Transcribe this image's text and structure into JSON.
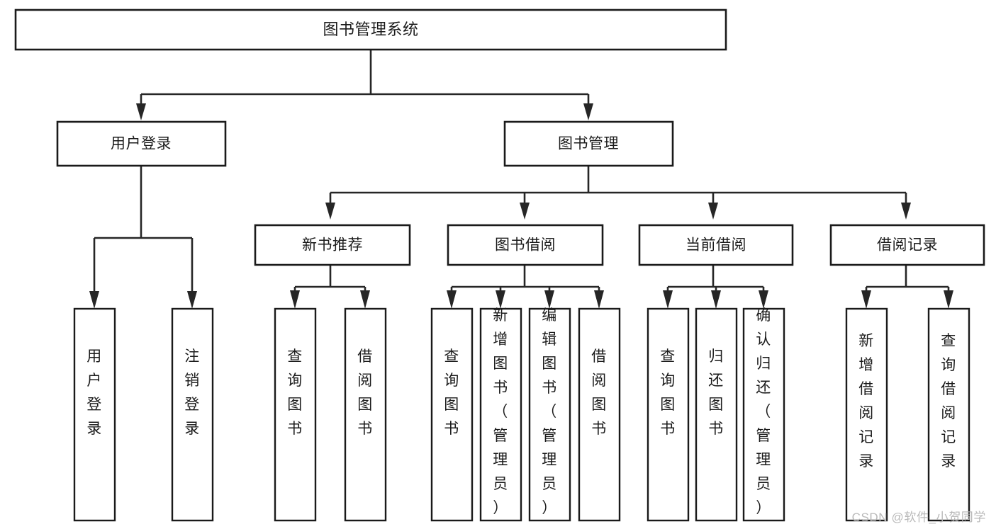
{
  "diagram": {
    "title": "图书管理系统",
    "type": "tree-hierarchy-chart",
    "watermark": "CSDN @软件_小贺同学",
    "colors": {
      "background": "#ffffff",
      "stroke": "#1a1a1a",
      "connector": "#262626",
      "text": "#1b1b1b",
      "watermark": "#b9b9b9"
    },
    "levels": {
      "root": "图书管理系统",
      "level2": [
        "用户登录",
        "图书管理"
      ],
      "level3": [
        "新书推荐",
        "图书借阅",
        "当前借阅",
        "借阅记录"
      ]
    },
    "nodes": {
      "root": {
        "label": "图书管理系统"
      },
      "user_login": {
        "label": "用户登录"
      },
      "book_manage": {
        "label": "图书管理"
      },
      "new_book_rec": {
        "label": "新书推荐"
      },
      "book_borrow": {
        "label": "图书借阅"
      },
      "current_borrow": {
        "label": "当前借阅"
      },
      "borrow_record": {
        "label": "借阅记录"
      }
    },
    "leaves": {
      "user_login": [
        "用户登录",
        "注销登录"
      ],
      "new_book_rec": [
        "查询图书",
        "借阅图书"
      ],
      "book_borrow": [
        "查询图书",
        "新增图书（管理员）",
        "编辑图书（管理员）",
        "借阅图书"
      ],
      "current_borrow": [
        "查询图书",
        "归还图书",
        "确认归还（管理员）"
      ],
      "borrow_record": [
        "新增借阅记录",
        "查询借阅记录"
      ]
    },
    "edges": [
      {
        "from": "图书管理系统",
        "to": "用户登录"
      },
      {
        "from": "图书管理系统",
        "to": "图书管理"
      },
      {
        "from": "图书管理",
        "to": "新书推荐"
      },
      {
        "from": "图书管理",
        "to": "图书借阅"
      },
      {
        "from": "图书管理",
        "to": "当前借阅"
      },
      {
        "from": "图书管理",
        "to": "借阅记录"
      },
      {
        "from": "用户登录",
        "to": "用户登录"
      },
      {
        "from": "用户登录",
        "to": "注销登录"
      },
      {
        "from": "新书推荐",
        "to": "查询图书"
      },
      {
        "from": "新书推荐",
        "to": "借阅图书"
      },
      {
        "from": "图书借阅",
        "to": "查询图书"
      },
      {
        "from": "图书借阅",
        "to": "新增图书（管理员）"
      },
      {
        "from": "图书借阅",
        "to": "编辑图书（管理员）"
      },
      {
        "from": "图书借阅",
        "to": "借阅图书"
      },
      {
        "from": "当前借阅",
        "to": "查询图书"
      },
      {
        "from": "当前借阅",
        "to": "归还图书"
      },
      {
        "from": "当前借阅",
        "to": "确认归还（管理员）"
      },
      {
        "from": "借阅记录",
        "to": "新增借阅记录"
      },
      {
        "from": "借阅记录",
        "to": "查询借阅记录"
      }
    ]
  }
}
